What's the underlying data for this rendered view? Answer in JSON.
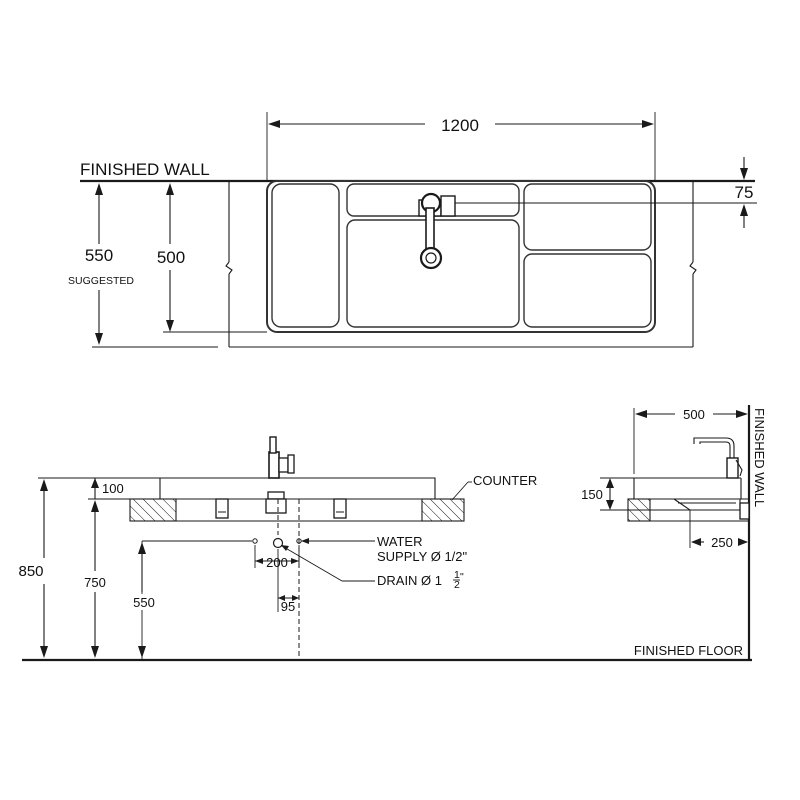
{
  "top_view": {
    "wall_label": "FINISHED WALL",
    "width_dim": "1200",
    "depth_dim_suggested": "550",
    "suggested_label": "SUGGESTED",
    "depth_dim": "500",
    "tap_offset_dim": "75"
  },
  "front_view": {
    "counter_label": "COUNTER",
    "counter_thickness_dim": "100",
    "total_height_dim": "850",
    "counter_height_dim": "750",
    "water_supply_label_line1": "WATER",
    "water_supply_label_line2": "SUPPLY Ø 1/2\"",
    "supply_spacing_dim": "200",
    "drain_label": "DRAIN Ø 1",
    "drain_fraction_num": "1",
    "drain_fraction_den": "2",
    "drain_fraction_suffix": "\"",
    "supply_height_dim": "550",
    "drain_offset_dim": "95",
    "floor_label": "FINISHED FLOOR"
  },
  "side_view": {
    "depth_dim": "500",
    "wall_label": "FINISHED WALL",
    "basin_height_dim": "150",
    "drain_depth_dim": "250"
  }
}
